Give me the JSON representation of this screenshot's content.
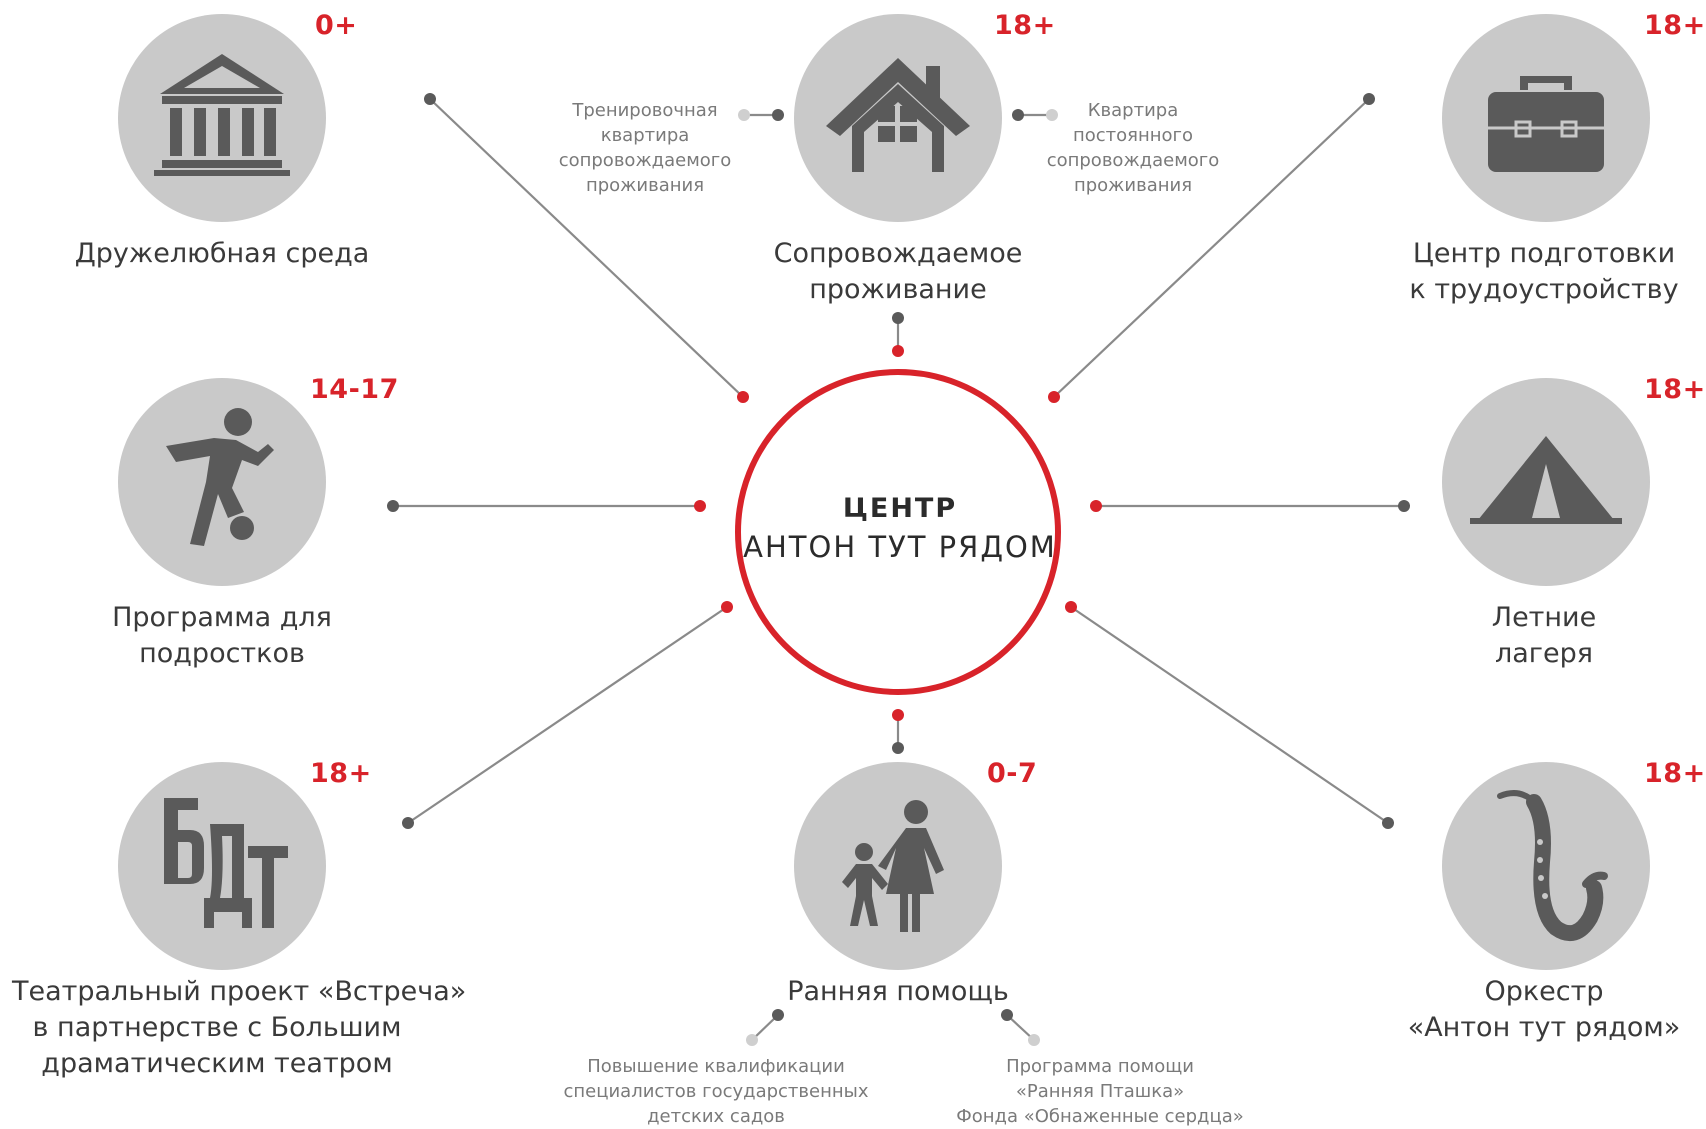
{
  "center": {
    "line1": "ЦЕНТР",
    "line2": "АНТОН ТУТ РЯДОМ"
  },
  "colors": {
    "accent": "#d8232a",
    "circle": "#c9c9c9",
    "icon": "#5a5a5a",
    "line": "#8a8a8a"
  },
  "nodes": [
    {
      "id": "friendly",
      "icon": "building-columns-icon",
      "age": "0+",
      "label": [
        "Дружелюбная среда"
      ]
    },
    {
      "id": "assisted",
      "icon": "house-icon",
      "age": "18+",
      "label": [
        "Сопровождаемое",
        "проживание"
      ]
    },
    {
      "id": "employment",
      "icon": "briefcase-icon",
      "age": "18+",
      "label": [
        "Центр подготовки",
        "к трудоустройству"
      ]
    },
    {
      "id": "teens",
      "icon": "football-player-icon",
      "age": "14-17",
      "label": [
        "Программа для",
        "подростков"
      ]
    },
    {
      "id": "camps",
      "icon": "tent-icon",
      "age": "18+",
      "label": [
        "Летние",
        "лагеря"
      ]
    },
    {
      "id": "theatre",
      "icon": "bdt-logo-icon",
      "logo_text": "БДТ",
      "age": "18+",
      "label": [
        "Театральный проект «Встреча»",
        "в партнерстве с Большим",
        "драматическим театром"
      ]
    },
    {
      "id": "early",
      "icon": "parent-child-icon",
      "age": "0-7",
      "label": [
        "Ранняя помощь"
      ]
    },
    {
      "id": "orchestra",
      "icon": "saxophone-icon",
      "age": "18+",
      "label": [
        "Оркестр",
        "«Антон тут рядом»"
      ]
    }
  ],
  "subnotes": {
    "training_flat": [
      "Тренировочная",
      "квартира",
      "сопровождаемого",
      "проживания"
    ],
    "permanent_flat": [
      "Квартира",
      "постоянного",
      "сопровождаемого",
      "проживания"
    ],
    "qualification": [
      "Повышение квалификации",
      "специалистов государственных",
      "детских садов"
    ],
    "ptashka": [
      "Программа помощи",
      "«Ранняя Пташка»",
      "Фонда «Обнаженные сердца»"
    ]
  }
}
